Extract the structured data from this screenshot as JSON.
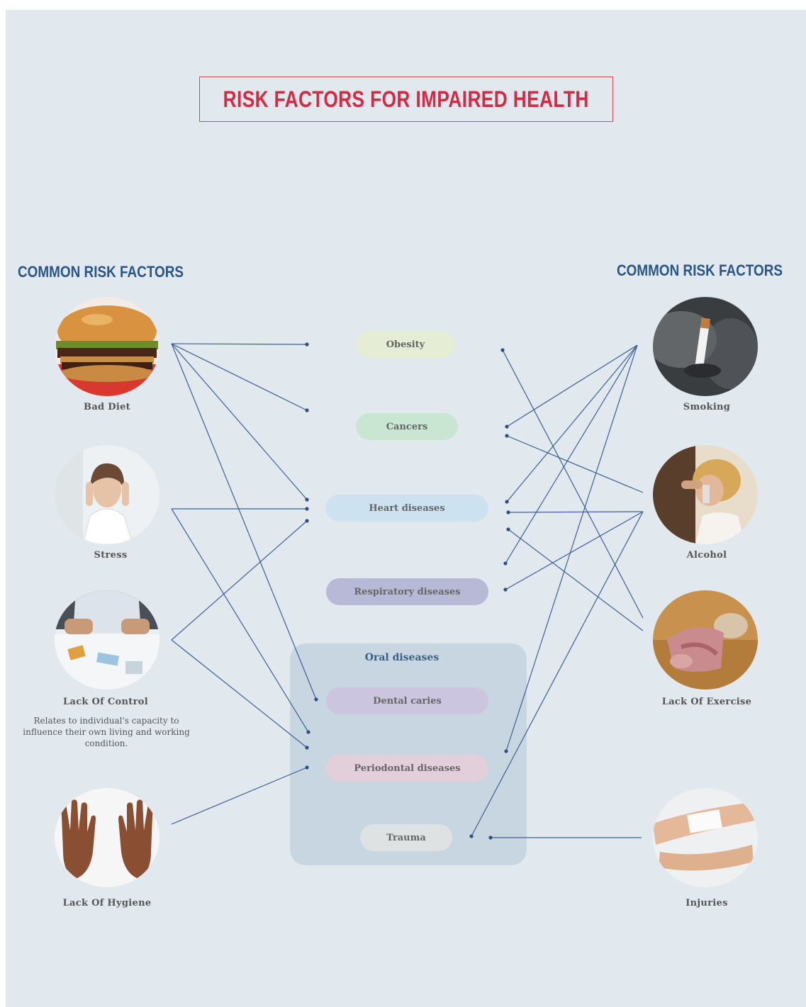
{
  "title": "RISK FACTORS FOR IMPAIRED HEALTH",
  "left_heading": "COMMON RISK FACTORS",
  "right_heading": "COMMON RISK FACTORS",
  "left_factors": [
    {
      "label": "Bad Diet",
      "icon": "burger-photo"
    },
    {
      "label": "Stress",
      "icon": "stressed-woman-photo"
    },
    {
      "label": "Lack Of Control",
      "icon": "messy-desk-photo",
      "description": "Relates to individual's capacity to influence their own living and working condition."
    },
    {
      "label": "Lack Of Hygiene",
      "icon": "dirty-hands-photo"
    }
  ],
  "right_factors": [
    {
      "label": "Smoking",
      "icon": "cigarette-photo"
    },
    {
      "label": "Alcohol",
      "icon": "drinking-woman-photo"
    },
    {
      "label": "Lack Of Exercise",
      "icon": "couch-sleeper-photo"
    },
    {
      "label": "Injuries",
      "icon": "bandaged-arm-photo"
    }
  ],
  "conditions": {
    "obesity": "Obesity",
    "cancers": "Cancers",
    "heart": "Heart diseases",
    "respiratory": "Respiratory diseases",
    "oral_group": "Oral diseases",
    "dental": "Dental caries",
    "periodontal": "Periodontal diseases",
    "trauma": "Trauma"
  },
  "colors": {
    "title": "#d52a44",
    "heading": "#2b5584",
    "connector": "#3d5f94",
    "background": "#e1e9ef",
    "obesity": "#e5edd4",
    "cancers": "#c9e6d2",
    "heart": "#cde2f0",
    "respiratory": "#b7b9d6",
    "oral_box": "#c8d6e1",
    "dental": "#ccc5e0",
    "periodontal": "#e3cfd9",
    "trauma": "#dfe2e2"
  }
}
